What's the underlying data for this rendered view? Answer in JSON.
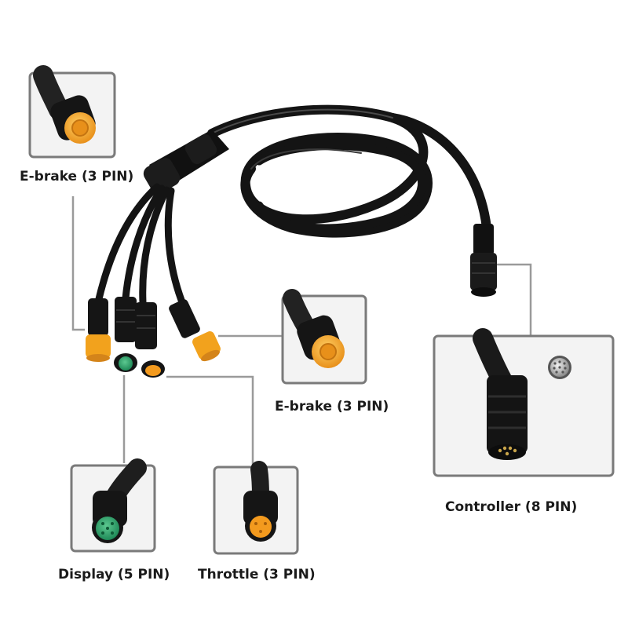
{
  "labels": {
    "ebrake_top": "E-brake (3 PIN)",
    "ebrake_right": "E-brake (3 PIN)",
    "controller": "Controller (8 PIN)",
    "display": "Display (5 PIN)",
    "throttle": "Throttle (3 PIN)"
  },
  "colors": {
    "cable": "#151515",
    "connector_yellow": "#f2a21d",
    "connector_green": "#2fa06a",
    "connector_orange": "#f39a1e",
    "frame": "#7a7a7a",
    "leader_line": "#9a9a9a"
  },
  "icons": [
    "ebrake-connector-closeup",
    "controller-connector-closeup",
    "display-connector-closeup",
    "throttle-connector-closeup",
    "pin-face-icon"
  ]
}
